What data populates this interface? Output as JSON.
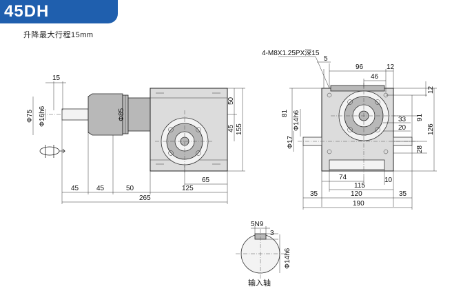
{
  "header": {
    "model": "45DH",
    "stroke_note": "升降最大行程15mm"
  },
  "labels": {
    "thread_spec": "4-M8X1.25PX深15",
    "input_shaft": "输入轴"
  },
  "dims": {
    "front": {
      "d15": "15",
      "phi75": "Φ75",
      "phi16h6": "Φ16h6",
      "phi85": "Φ85",
      "d50v": "50",
      "d45v": "45",
      "d155": "155",
      "d65": "65",
      "d45a": "45",
      "d45b": "45",
      "d50h": "50",
      "d125": "125",
      "d265": "265"
    },
    "side": {
      "d5": "5",
      "d96": "96",
      "d12a": "12",
      "d46": "46",
      "d12b": "12",
      "d81": "81",
      "phi14h6": "Φ14h6",
      "phi17": "Φ17",
      "d33": "33",
      "d20": "20",
      "d91": "91",
      "d126": "126",
      "d28": "28",
      "d74": "74",
      "d10": "10",
      "d115": "115",
      "d35a": "35",
      "d120": "120",
      "d35b": "35",
      "d190": "190"
    },
    "shaft": {
      "key_w": "5N9",
      "key_d": "3",
      "phi14h6": "Φ14h6"
    }
  },
  "colors": {
    "title_bg": "#1f5fae",
    "title_text": "#ffffff"
  }
}
